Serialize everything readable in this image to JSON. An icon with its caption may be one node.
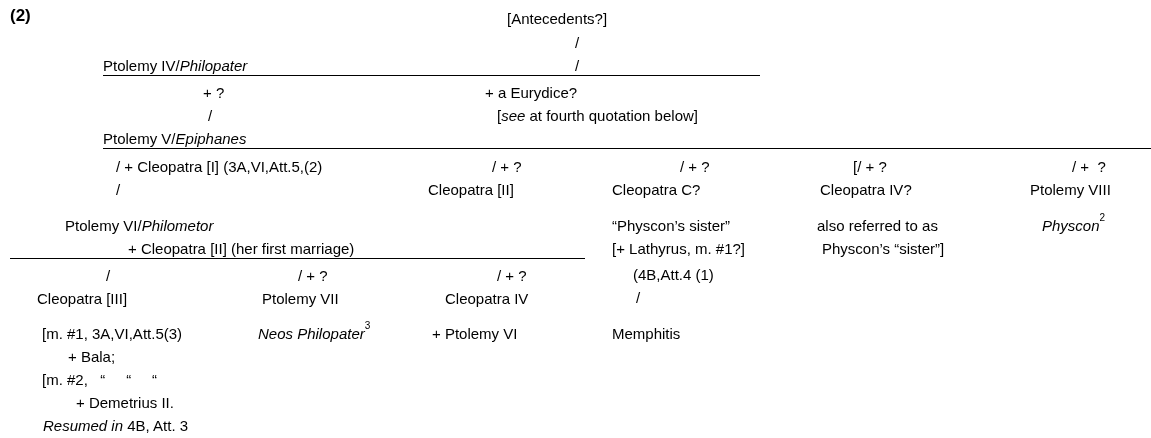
{
  "diagram": {
    "title": "(2)",
    "labels": [
      "[Antecedents?]",
      "/",
      "Ptolemy IV/*Philopater*",
      "/",
      "+ ?",
      "+ a Eurydice?",
      "/",
      "[*see* at fourth quotation below]",
      "Ptolemy V/*Epiphanes*",
      "/ + Cleopatra [I] (3A,VI,Att.5,(2)",
      "/ + ?",
      "/ + ?",
      "[/ + ?",
      "/ +  ?",
      "/",
      "Cleopatra [II]",
      "Cleopatra C?",
      "Cleopatra IV?",
      "Ptolemy VIII",
      "Ptolemy VI/*Philometor*",
      "“Physcon’s sister”",
      "also referred to as",
      "*Physcon*$^{2}$",
      "+ Cleopatra [II] (her first marriage)",
      "[+ Lathyrus, m. #1?]",
      "Physcon’s “sister”]",
      "/",
      "/ + ?",
      "/ + ?",
      "(4B,Att.4 (1)",
      "Cleopatra [III]",
      "Ptolemy VII",
      "Cleopatra IV",
      "/",
      "[m. #1, 3A,VI,Att.5(3)",
      "*Neos Philopater*$^{3}$",
      "+ Ptolemy VI",
      "Memphitis",
      "+ Bala;",
      "[m. #2,   “     “     “",
      "+ Demetrius II.",
      "*Resumed in* 4B, Att. 3"
    ]
  }
}
